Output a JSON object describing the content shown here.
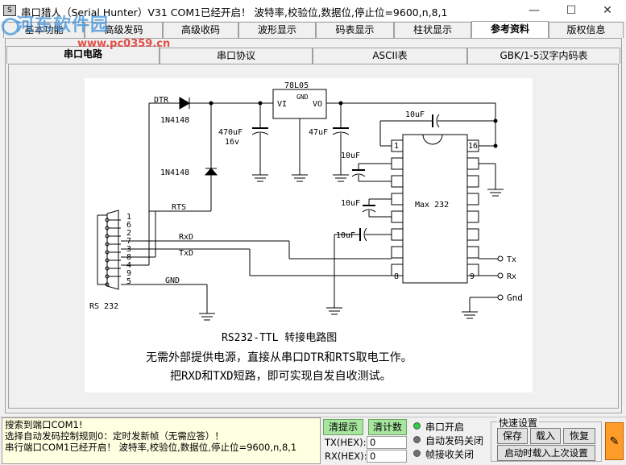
{
  "window": {
    "title": "串口猎人（Serial Hunter）V31    COM1已经开启！ 波特率,校验位,数据位,停止位=9600,n,8,1",
    "app_icon_text": "S",
    "minimize": "—",
    "maximize": "☐",
    "close": "✕"
  },
  "watermark": {
    "text": "河东软件园",
    "url": "www.pc0359.cn"
  },
  "main_tabs": [
    {
      "label": "基本功能"
    },
    {
      "label": "高级发码"
    },
    {
      "label": "高级收码"
    },
    {
      "label": "波形显示"
    },
    {
      "label": "码表显示"
    },
    {
      "label": "柱状显示"
    },
    {
      "label": "参考资料"
    },
    {
      "label": "版权信息"
    }
  ],
  "sub_tabs": [
    {
      "label": "串口电路"
    },
    {
      "label": "串口协议"
    },
    {
      "label": "ASCII表"
    },
    {
      "label": "GBK/1-5汉字内码表"
    }
  ],
  "diagram": {
    "regulator": "78L05",
    "reg_vi": "VI",
    "reg_gnd": "GND",
    "reg_vo": "VO",
    "dtr": "DTR",
    "rts": "RTS",
    "diode1": "1N4148",
    "diode2": "1N4148",
    "cap1": "470uF",
    "cap1_v": "16v",
    "cap2": "47uF",
    "cap3": "10uF",
    "cap4": "10uF",
    "cap5": "10uF",
    "cap6": "10uF",
    "chip": "Max 232",
    "pin1": "1",
    "pin16": "16",
    "pin8": "8",
    "pin9": "9",
    "rxd": "RxD",
    "txd": "TxD",
    "gnd": "GND",
    "rs232": "RS 232",
    "tx": "Tx",
    "rx": "Rx",
    "gnd_out": "Gnd",
    "db9_pins": [
      "1",
      "6",
      "2",
      "7",
      "3",
      "8",
      "4",
      "9",
      "5"
    ],
    "caption": "RS232-TTL 转接电路图",
    "note1": "无需外部提供电源，直接从串口DTR和RTS取电工作。",
    "note2": "把RXD和TXD短路，即可实现自发自收测试。"
  },
  "status": {
    "log": [
      "搜索到端口COM1!",
      "选择自动发码控制规则0：定时发新帧（无需应答）！",
      "串行端口COM1已经开启！ 波特率,校验位,数据位,停止位=9600,n,8,1"
    ],
    "clear_hint_button": "清提示",
    "clear_count_button": "清计数",
    "tx_label": "TX(HEX):",
    "tx_value": "0",
    "rx_label": "RX(HEX):",
    "rx_value": "0",
    "port_open": "串口开启",
    "auto_send_off": "自动发码关闭",
    "frame_recv_off": "帧接收关闭",
    "quick_settings": "快速设置",
    "save_button": "保存",
    "load_button": "载入",
    "restore_button": "恢复",
    "load_last_button": "启动时载入上次设置",
    "tool_icon": "tools-icon"
  },
  "colors": {
    "led_green": "#2ecc40",
    "led_gray": "#707070",
    "accent_orange": "#ff9c2a"
  }
}
